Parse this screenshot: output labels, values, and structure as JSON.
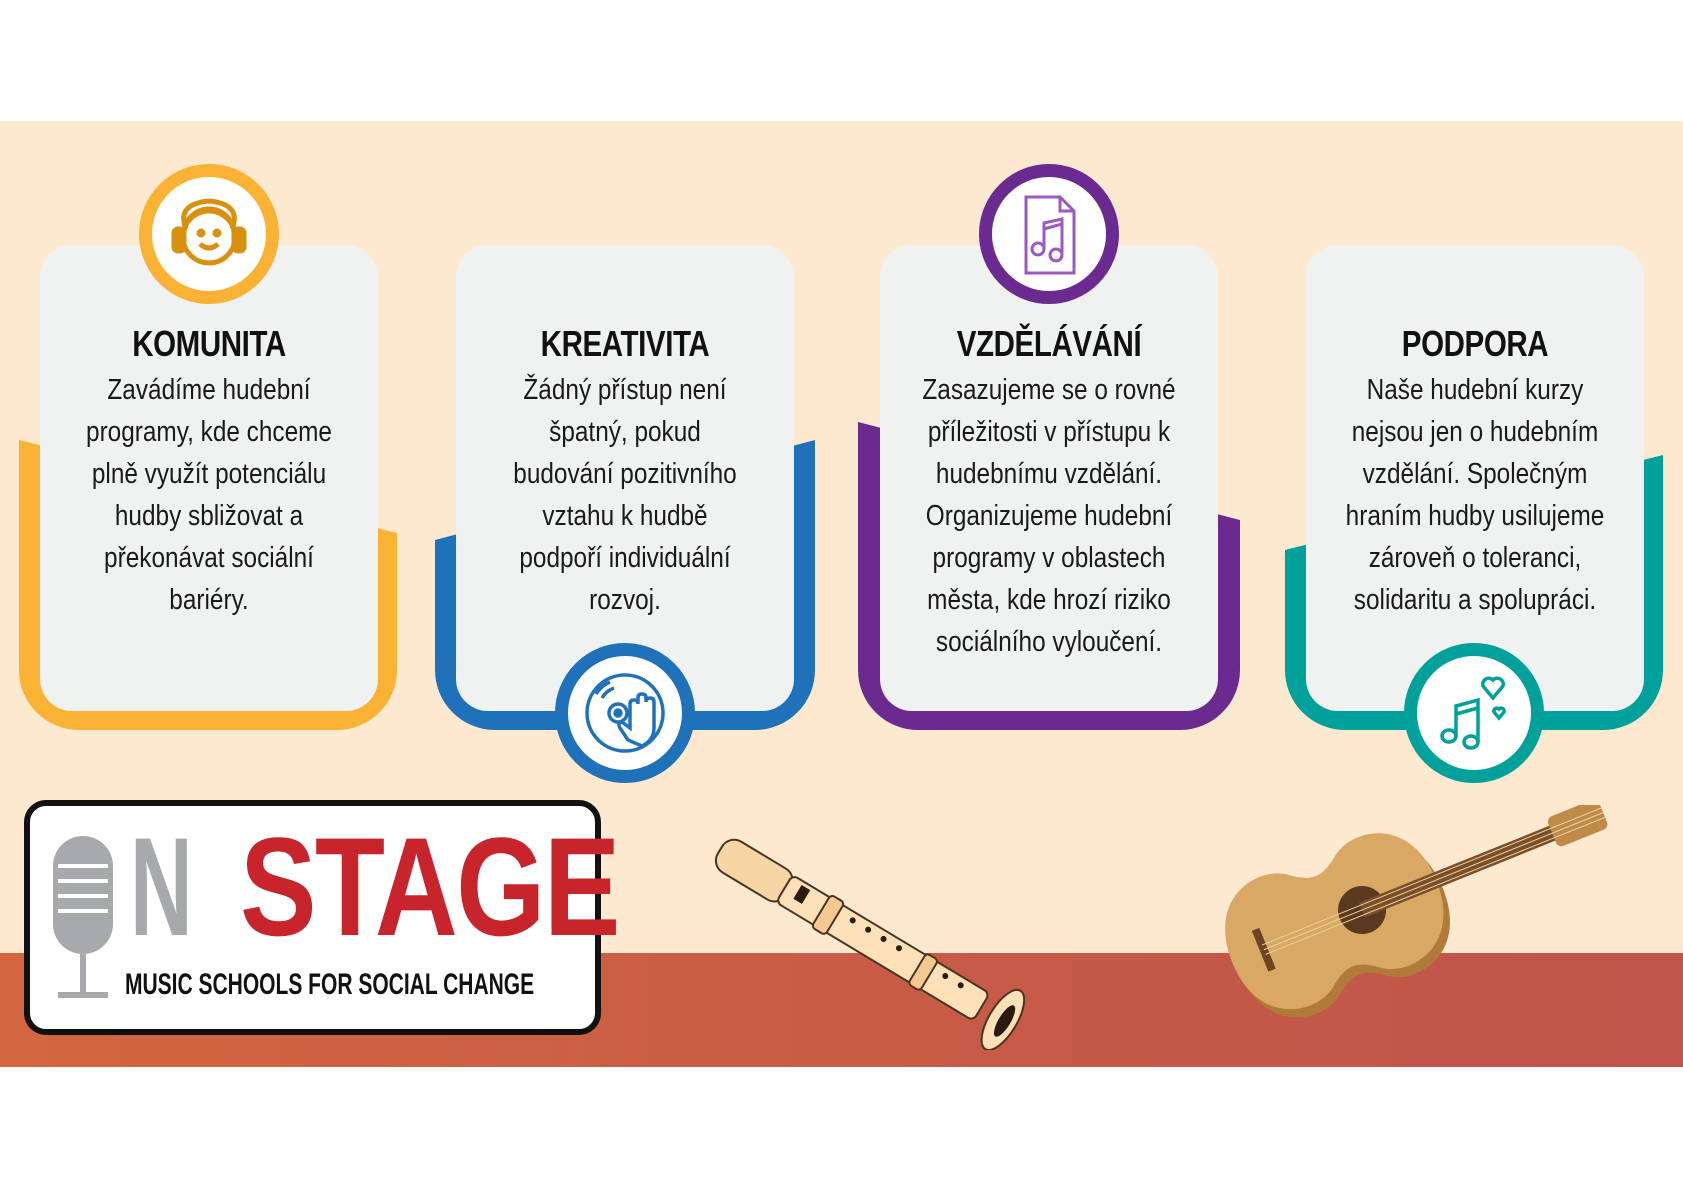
{
  "cards": [
    {
      "title": "KOMUNITA",
      "color": "#f9b233",
      "icon": "headphones-face-icon",
      "lines": [
        "Zavádíme hudební",
        "programy, kde chceme",
        "plně využít potenciálu",
        "hudby sbližovat a",
        "překonávat sociální",
        "bariéry."
      ]
    },
    {
      "title": "KREATIVITA",
      "color": "#1f72ba",
      "icon": "vinyl-hand-icon",
      "lines": [
        "Žádný přístup není",
        "špatný, pokud",
        "budování pozitivního",
        "vztahu k hudbě",
        "podpoří individuální",
        "rozvoj."
      ]
    },
    {
      "title": "VZDĚLÁVÁNÍ",
      "color": "#6a2a90",
      "icon": "music-file-icon",
      "lines": [
        "Zasazujeme se o rovné",
        "příležitosti v přístupu k",
        "hudebnímu vzdělání.",
        "Organizujeme hudební",
        "programy v oblastech",
        "města, kde hrozí riziko",
        "sociálního vyloučení."
      ]
    },
    {
      "title": "PODPORA",
      "color": "#00a19a",
      "icon": "music-hearts-icon",
      "lines": [
        "Naše hudební kurzy",
        "nejsou jen o hudebním",
        "vzdělání. Společným",
        "hraním hudby usilujeme",
        "zároveň o toleranci,",
        "solidaritu a spolupráci."
      ]
    }
  ],
  "logo": {
    "o": "O",
    "n": "N",
    "stage": "STAGE",
    "subtitle": "MUSIC SCHOOLS FOR SOCIAL CHANGE"
  }
}
